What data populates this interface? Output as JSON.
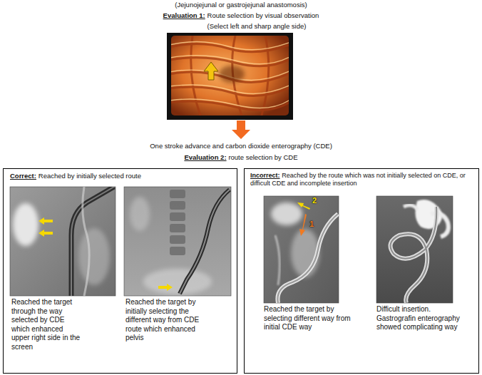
{
  "diagram": {
    "nodes": [
      {
        "text": [
          "Evaluation 1:",
          "Route selection by visual observation",
          "(Select left and sharp angle side)"
        ]
      },
      {
        "text": [
          "One stroke advance and carbon dioxide enterography (CDE)",
          "Evaluation 2:",
          "route selection by CDE"
        ]
      },
      {
        "text": [
          "Correct:",
          "Reached by initially selected route"
        ]
      },
      {
        "text": [
          "Incorrect:",
          "Reached by the route which was not initially selected on CDE, or difficult CDE and incomplete insertion"
        ]
      }
    ],
    "edges": [
      {
        "from": 0,
        "to": 1,
        "arrow": "to"
      }
    ],
    "labels": [
      "(Jejunojejunal or gastrojejunal anastomosis)",
      "Reached the target through the way selected by CDE which enhanced upper right side in the screen",
      "Reached the target by initially selecting the different way from CDE route which enhanced pelvis",
      "2",
      "1",
      "Reached the target by selecting different way from initial CDE way",
      "Difficult insertion. Gastrografin enterography showed complicating way"
    ]
  }
}
